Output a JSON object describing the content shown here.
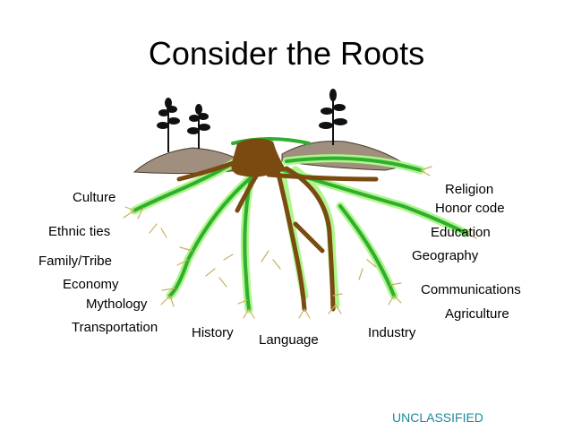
{
  "title": "Consider the Roots",
  "labels_left": [
    "Culture",
    "Ethnic ties",
    "Family/Tribe",
    "Economy",
    "Mythology",
    "Transportation"
  ],
  "labels_bottom": [
    "History",
    "Language",
    "Industry"
  ],
  "labels_right": [
    "Religion",
    "Honor code",
    "Education",
    "Geography",
    "Communications",
    "Agriculture"
  ],
  "footer": "UNCLASSIFIED",
  "colors": {
    "root": "#7a4a10",
    "root_highlight": "#2fae2f",
    "root_glow": "#aef58a",
    "mound": "#a08e7e",
    "text_footer": "#1a8a9a"
  }
}
